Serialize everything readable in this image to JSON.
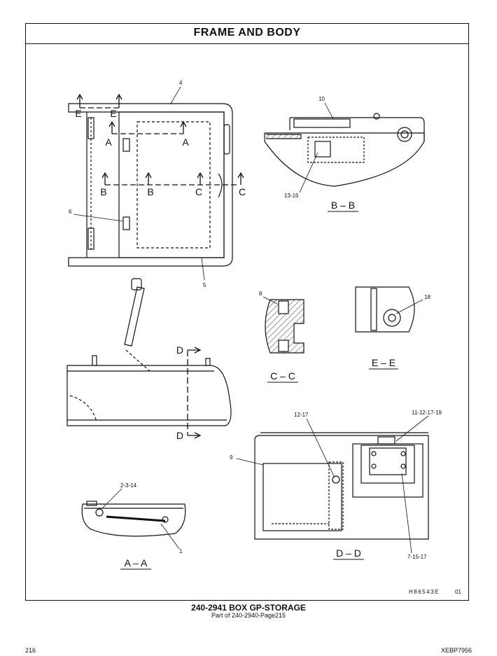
{
  "page": {
    "title": "FRAME AND BODY",
    "caption_main": "240-2941 BOX GP-STORAGE",
    "caption_sub": "Part of 240-2940-Page215",
    "page_number": "216",
    "doc_number": "XEBP7956",
    "illustration_id": "H86543E",
    "illustration_rev": "01"
  },
  "callouts": {
    "c4": "4",
    "c5": "5",
    "c6": "6",
    "c10": "10",
    "c13_16": "13-16",
    "c8": "8",
    "c18": "18",
    "c12_17": "12-17",
    "c11_12_17_19": "11-12-17-19",
    "c9": "9",
    "c7_15_17": "7-15-17",
    "c2_3_14": "2-3-14",
    "c1": "1"
  },
  "section_letters": {
    "a": "A",
    "b": "B",
    "c": "C",
    "d": "D",
    "e": "E"
  },
  "views": {
    "bb": "B – B",
    "cc": "C – C",
    "ee": "E – E",
    "aa": "A – A",
    "dd": "D – D"
  }
}
